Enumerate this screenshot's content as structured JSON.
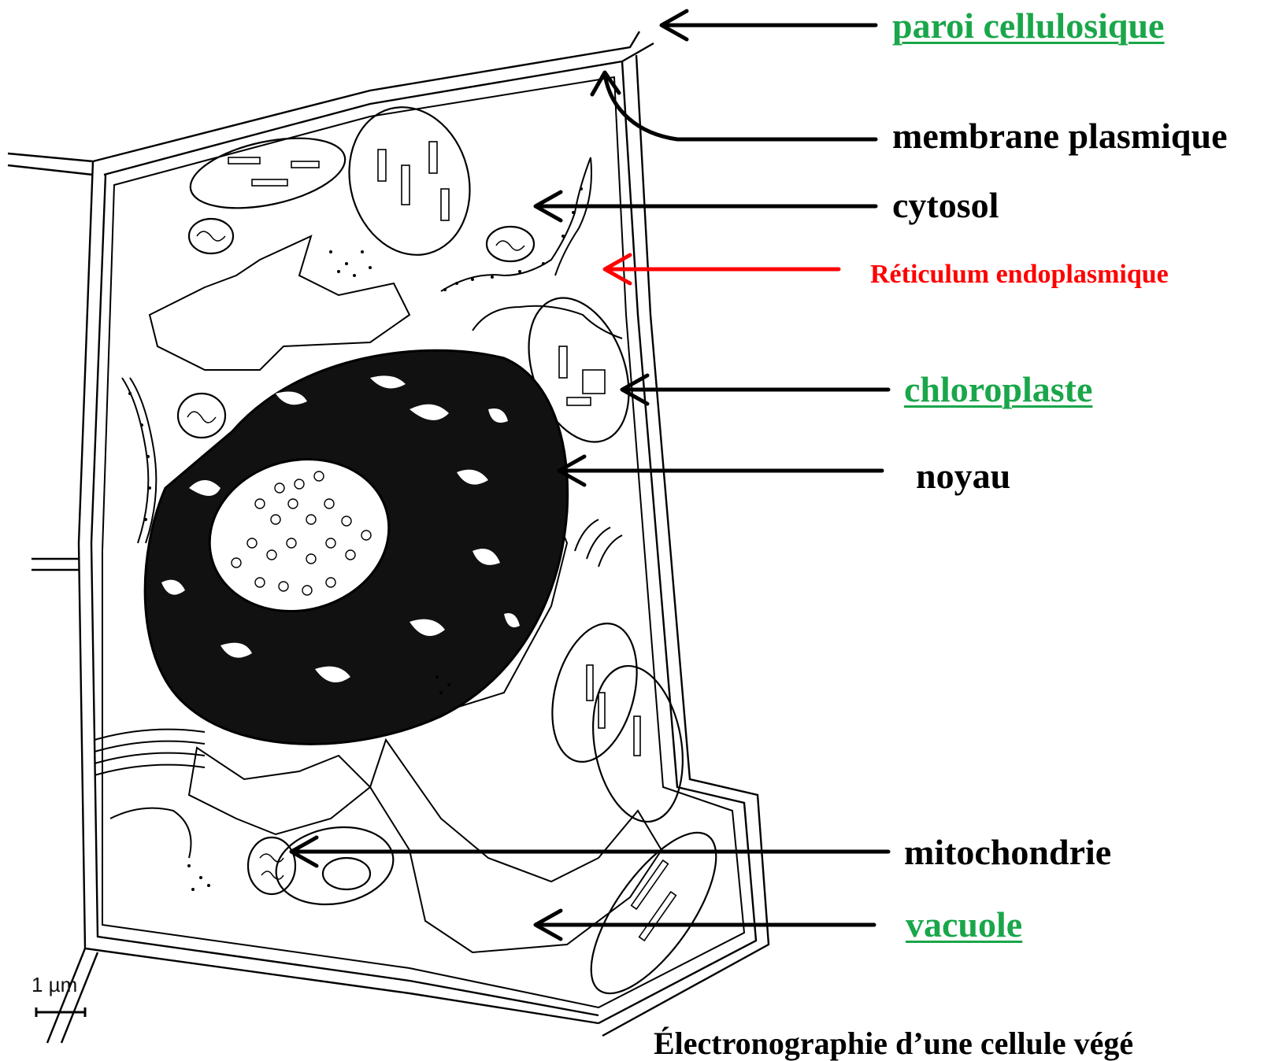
{
  "labels": {
    "paroi": "paroi cellulosique",
    "membrane": "membrane plasmique",
    "cytosol": "cytosol",
    "reticulum": "Réticulum endoplasmique",
    "chloroplaste": "chloroplaste",
    "noyau": "noyau",
    "mitochondrie": "mitochondrie",
    "vacuole": "vacuole"
  },
  "scale_bar": "1 µm",
  "caption": "Électronographie d’une cellule végé",
  "colors": {
    "green_label": "#1aa64a",
    "red_label": "#ff0000",
    "ink": "#000000"
  }
}
